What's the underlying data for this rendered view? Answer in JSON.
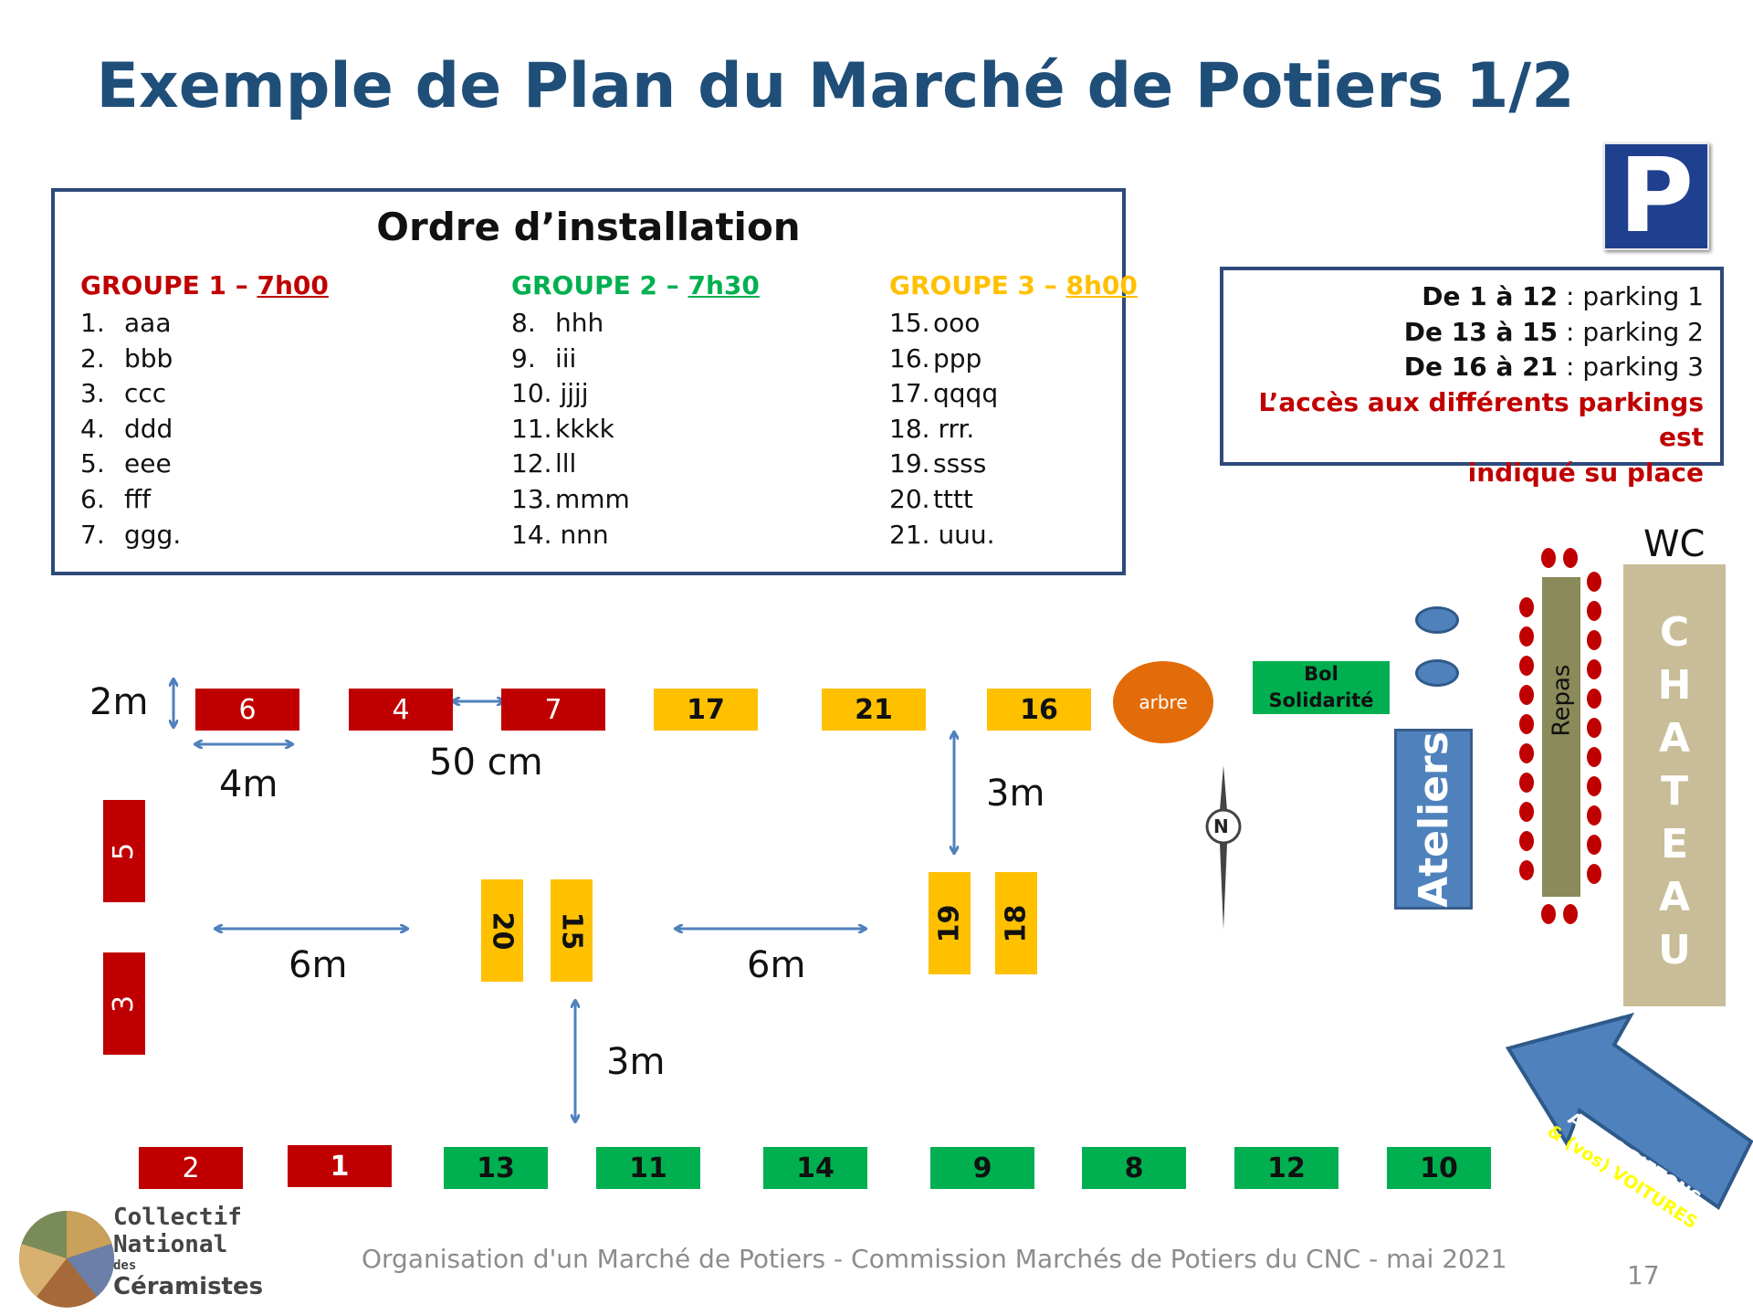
{
  "title": "Exemple de Plan du Marché de Potiers 1/2",
  "order": {
    "heading": "Ordre d’installation",
    "groups": [
      {
        "label": "GROUPE 1 – ",
        "time": "7h00",
        "color": "#c00000",
        "items": [
          [
            "1.",
            "aaa"
          ],
          [
            "2.",
            "bbb"
          ],
          [
            "3.",
            "ccc"
          ],
          [
            "4.",
            "ddd"
          ],
          [
            "5.",
            "eee"
          ],
          [
            "6.",
            "fff"
          ],
          [
            "7.",
            "ggg."
          ]
        ]
      },
      {
        "label": "GROUPE 2 – ",
        "time": "7h30",
        "color": "#00b050",
        "items": [
          [
            "8.",
            "hhh"
          ],
          [
            "9.",
            "iii"
          ],
          [
            "10.",
            "jjjj"
          ],
          [
            "11.",
            "kkkk"
          ],
          [
            "12.",
            "lll"
          ],
          [
            "13.",
            "mmm"
          ],
          [
            "14.",
            "nnn"
          ]
        ]
      },
      {
        "label": "GROUPE 3 – ",
        "time": "8h00",
        "color": "#ffc000",
        "items": [
          [
            "15.",
            "ooo"
          ],
          [
            "16.",
            "ppp"
          ],
          [
            "17.",
            "qqqq"
          ],
          [
            "18.",
            "rrr."
          ],
          [
            "19.",
            "ssss"
          ],
          [
            "20.",
            "tttt"
          ],
          [
            "21.",
            "uuu."
          ]
        ]
      }
    ]
  },
  "parking": {
    "sign": "P",
    "lines": [
      {
        "range": "De 1 à 12",
        "rest": " : parking 1"
      },
      {
        "range": "De 13 à 15",
        "rest": " : parking 2"
      },
      {
        "range": "De 16 à 21",
        "rest": " : parking 3"
      }
    ],
    "note_line1": "L’accès aux différents parkings est",
    "note_line2": "indiqué su place"
  },
  "stands": {
    "s6": "6",
    "s4": "4",
    "s7": "7",
    "s17": "17",
    "s21": "21",
    "s16": "16",
    "s5": "5",
    "s3": "3",
    "s20": "20",
    "s15": "15",
    "s19": "19",
    "s18": "18",
    "s2": "2",
    "s1": "1",
    "s13": "13",
    "s11": "11",
    "s14": "14",
    "s9": "9",
    "s8": "8",
    "s12": "12",
    "s10": "10"
  },
  "dimensions": {
    "height": "2m",
    "width": "4m",
    "gap": "50 cm",
    "aisle_left": "6m",
    "aisle_right": "6m",
    "aisle_vert_top": "3m",
    "aisle_vert_bottom": "3m"
  },
  "places": {
    "arbre": "arbre",
    "bol_line1": "Bol",
    "bol_line2": "Solidarité",
    "ateliers": "Ateliers",
    "repas": "Repas",
    "wc": "WC",
    "chateau": [
      "C",
      "H",
      "A",
      "T",
      "E",
      "A",
      "U"
    ],
    "compass": "N",
    "access_line1": "ACCES PIETONS",
    "access_line2": "& (vos) VOITURES"
  },
  "footer": {
    "text": "Organisation d'un Marché de Potiers - Commission Marchés de Potiers du CNC - mai 2021",
    "page": "17",
    "logo_line1": "Collectif",
    "logo_line2": "National",
    "logo_line3": "des",
    "logo_line4": "Céramistes"
  },
  "colors": {
    "title": "#1f4e79",
    "red": "#c00000",
    "yellow": "#ffc000",
    "green": "#00b050",
    "blue": "#4f81bd"
  }
}
